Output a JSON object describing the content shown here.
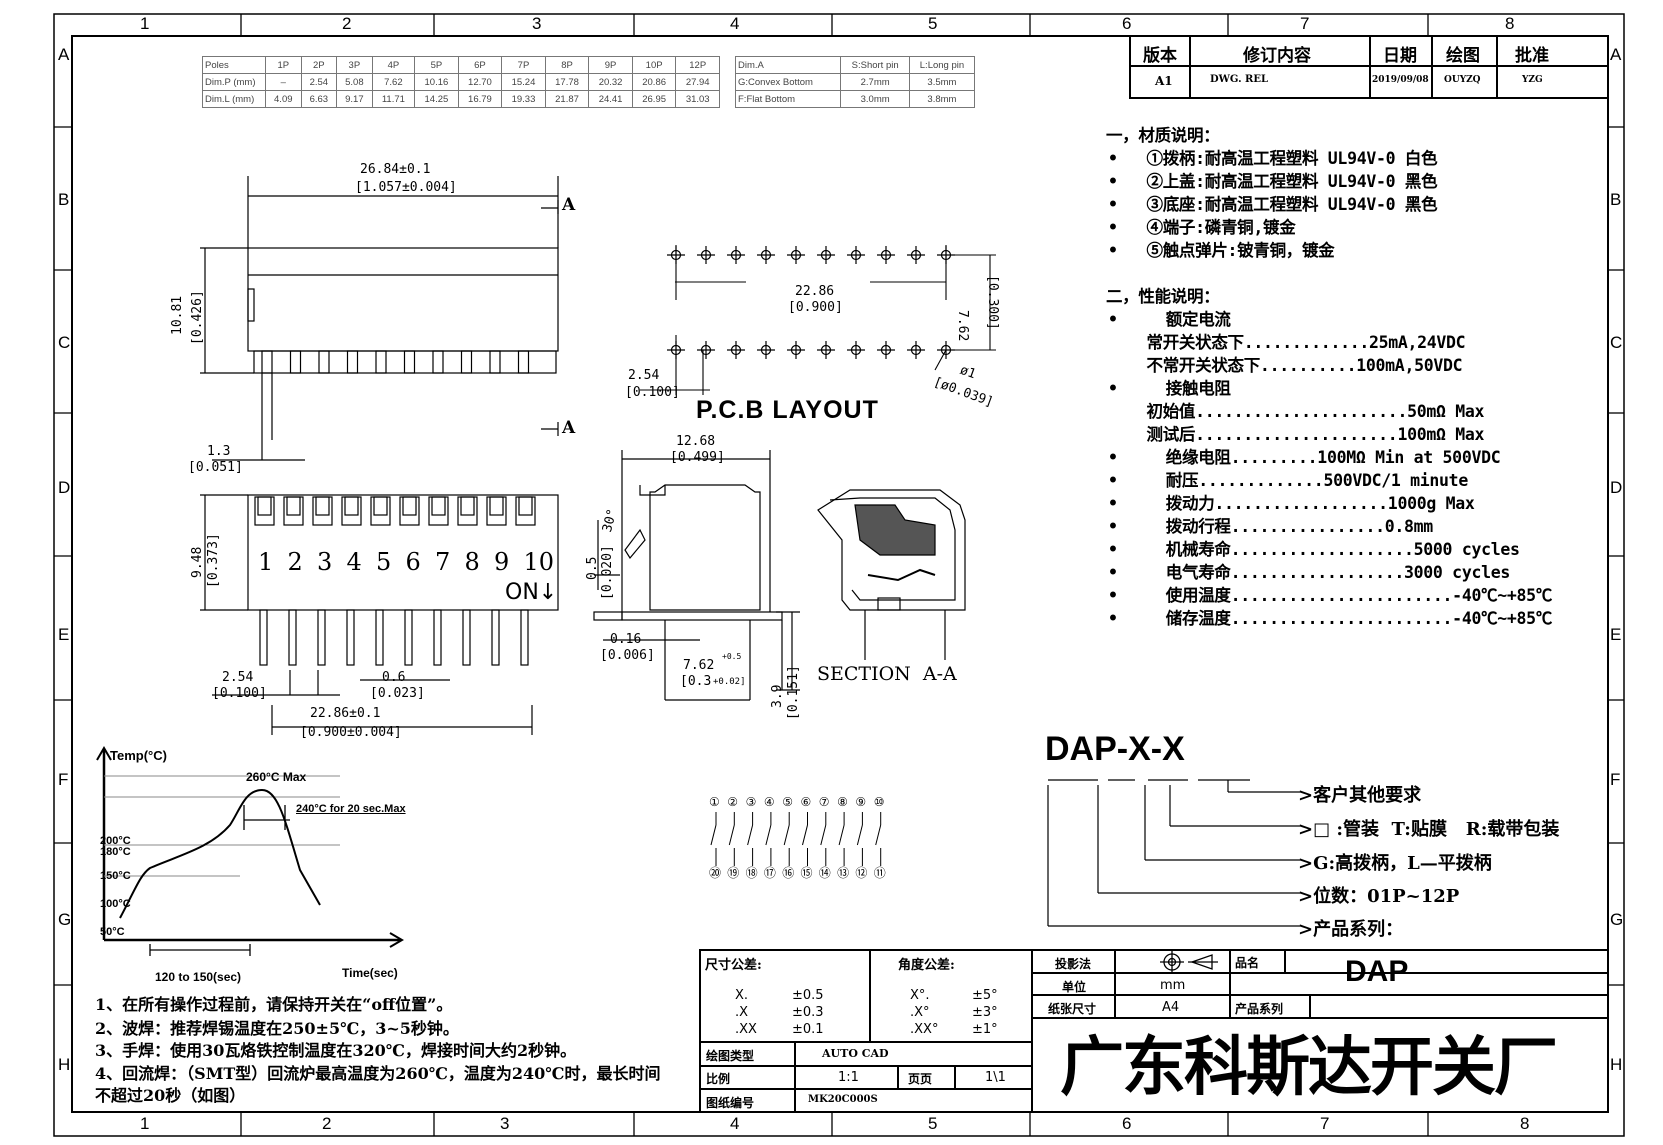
{
  "zone_cols": [
    "1",
    "2",
    "3",
    "4",
    "5",
    "6",
    "7",
    "8"
  ],
  "zone_rows": [
    "A",
    "B",
    "C",
    "D",
    "E",
    "F",
    "G",
    "H"
  ],
  "pitch_table": [
    [
      "Poles",
      "1P",
      "2P",
      "3P",
      "4P",
      "5P",
      "6P",
      "7P",
      "8P",
      "9P",
      "10P",
      "12P"
    ],
    [
      "Dim.P (mm)",
      "–",
      "2.54",
      "5.08",
      "7.62",
      "10.16",
      "12.70",
      "15.24",
      "17.78",
      "20.32",
      "20.86",
      "27.94"
    ],
    [
      "Dim.L (mm)",
      "4.09",
      "6.63",
      "9.17",
      "11.71",
      "14.25",
      "16.79",
      "19.33",
      "21.87",
      "24.41",
      "26.95",
      "31.03"
    ]
  ],
  "pin_table": [
    [
      "Dim.A",
      "S:Short pin",
      "L:Long pin"
    ],
    [
      "G:Convex Bottom",
      "2.7mm",
      "3.5mm"
    ],
    [
      "F:Flat Bottom",
      "3.0mm",
      "3.8mm"
    ]
  ],
  "revision": {
    "headers": [
      "版本",
      "修订内容",
      "日期",
      "绘图",
      "批准"
    ],
    "row": [
      "A1",
      "DWG. REL",
      "2019/09/08",
      "OUYZQ",
      "YZG"
    ]
  },
  "materials": {
    "title": "一，材质说明：",
    "items": [
      "①拨柄:耐高温工程塑料 UL94V-0 白色",
      "②上盖:耐高温工程塑料 UL94V-0 黑色",
      "③底座:耐高温工程塑料 UL94V-0 黑色",
      "④端子:磷青铜,镀金",
      "⑤触点弹片:铍青铜，镀金"
    ]
  },
  "performance": {
    "title": "二，性能说明：",
    "rows": [
      {
        "b": true,
        "t": "  额定电流"
      },
      {
        "b": false,
        "t": "常开关状态下.............25mA,24VDC"
      },
      {
        "b": false,
        "t": "不常开关状态下..........100mA,50VDC"
      },
      {
        "b": true,
        "t": "  接触电阻"
      },
      {
        "b": false,
        "t": "初始值......................50mΩ Max"
      },
      {
        "b": false,
        "t": "测试后.....................100mΩ Max"
      },
      {
        "b": true,
        "t": "  绝缘电阻.........100MΩ Min at 500VDC"
      },
      {
        "b": true,
        "t": "  耐压.............500VDC/1 minute"
      },
      {
        "b": true,
        "t": "  拨动力..................1000g Max"
      },
      {
        "b": true,
        "t": "  拨动行程................0.8mm"
      },
      {
        "b": true,
        "t": "  机械寿命...................5000 cycles"
      },
      {
        "b": true,
        "t": "  电气寿命..................3000 cycles"
      },
      {
        "b": true,
        "t": "  使用温度.......................-40℃~+85℃"
      },
      {
        "b": true,
        "t": "  储存温度.......................-40℃~+85℃"
      }
    ]
  },
  "front_view": {
    "width_dim": "26.84±0.1",
    "width_dim_in": "[1.057±0.004]",
    "height_dim": "10.81",
    "height_dim_in": "[0.426]",
    "pin_w": "1.3",
    "pin_w_in": "[0.051]",
    "section_mark": "A"
  },
  "top_view": {
    "numbers": [
      "1",
      "2",
      "3",
      "4",
      "5",
      "6",
      "7",
      "8",
      "9",
      "10"
    ],
    "on_label": "ON↓",
    "height_dim": "9.48",
    "height_dim_in": "[0.373]",
    "pitch": "2.54",
    "pitch_in": "[0.100]",
    "pin_dim": "0.6",
    "pin_dim_in": "[0.023]",
    "span": "22.86±0.1",
    "span_in": "[0.900±0.004]"
  },
  "pcb": {
    "title": "P.C.B  LAYOUT",
    "span": "22.86",
    "span_in": "[0.900]",
    "row_gap": "7.62",
    "row_gap_in": "[0.300]",
    "pitch": "2.54",
    "pitch_in": "[0.100]",
    "hole": "ø1",
    "hole_in": "[ø0.039]"
  },
  "side_view": {
    "width": "12.68",
    "width_in": "[0.499]",
    "angle": "30°",
    "stroke": "0.5",
    "stroke_in": "[0.020]",
    "pin_th": "0.16",
    "pin_th_in": "[0.006]",
    "row": "7.62",
    "row_tol_up": "+0.5",
    "row_in": "[0.3",
    "row_tol_dn": "+0.02]",
    "pin_len": "3.9",
    "pin_len_in": "[0.151]"
  },
  "section_label": "SECTION  A-A",
  "reflow": {
    "ylabel": "Temp(°C)",
    "xlabel": "Time(sec)",
    "peak": "260°C Max",
    "dwell": "240°C for 20 sec.Max",
    "levels": [
      "200°C",
      "180°C",
      "150°C",
      "100°C",
      "50°C"
    ],
    "preheat": "120 to 150(sec)"
  },
  "notes": [
    "1、在所有操作过程前，请保持开关在“off位置”。",
    "2、波焊：推荐焊锡温度在250±5℃，3~5秒钟。",
    "3、手焊：使用30瓦烙铁控制温度在320℃，焊接时间大约2秒钟。",
    "4、回流焊：（SMT型）回流炉最高温度为260℃，温度为240℃时，最长时间",
    "不超过20秒（如图）"
  ],
  "part_number": {
    "code": "DAP-X-X",
    "opts": [
      "客户其他要求",
      "□ :管装  T:贴膜   R:载带包装",
      "G:高拨柄，L—平拨柄",
      "位数：01P~12P",
      "产品系列："
    ]
  },
  "schematic": {
    "top": [
      "①",
      "②",
      "③",
      "④",
      "⑤",
      "⑥",
      "⑦",
      "⑧",
      "⑨",
      "⑩"
    ],
    "bottom": [
      "⑳",
      "⑲",
      "⑱",
      "⑰",
      "⑯",
      "⑮",
      "⑭",
      "⑬",
      "⑫",
      "⑪"
    ]
  },
  "titleblock": {
    "size_tol_title": "尺寸公差:",
    "size_tols": [
      [
        "X.",
        "±0.5"
      ],
      [
        ".X",
        "±0.3"
      ],
      [
        ".XX",
        "±0.1"
      ]
    ],
    "angle_tol_title": "角度公差:",
    "angle_tols": [
      [
        "X°.",
        "±5°"
      ],
      [
        ".X°",
        "±3°"
      ],
      [
        ".XX°",
        "±1°"
      ]
    ],
    "proj_label": "投影法",
    "unit_label": "单位",
    "unit": "mm",
    "paper_label": "纸张尺寸",
    "paper": "A4",
    "name_label": "品名",
    "name": "DAP",
    "series_label": "产品系列",
    "sw_label": "绘图类型",
    "sw": "AUTO CAD",
    "scale_label": "比例",
    "scale": "1:1",
    "page_label": "页页",
    "page": "1\\1",
    "dwg_label": "图纸编号",
    "dwg": "MK20C000S",
    "company": "广东科斯达开关厂"
  }
}
